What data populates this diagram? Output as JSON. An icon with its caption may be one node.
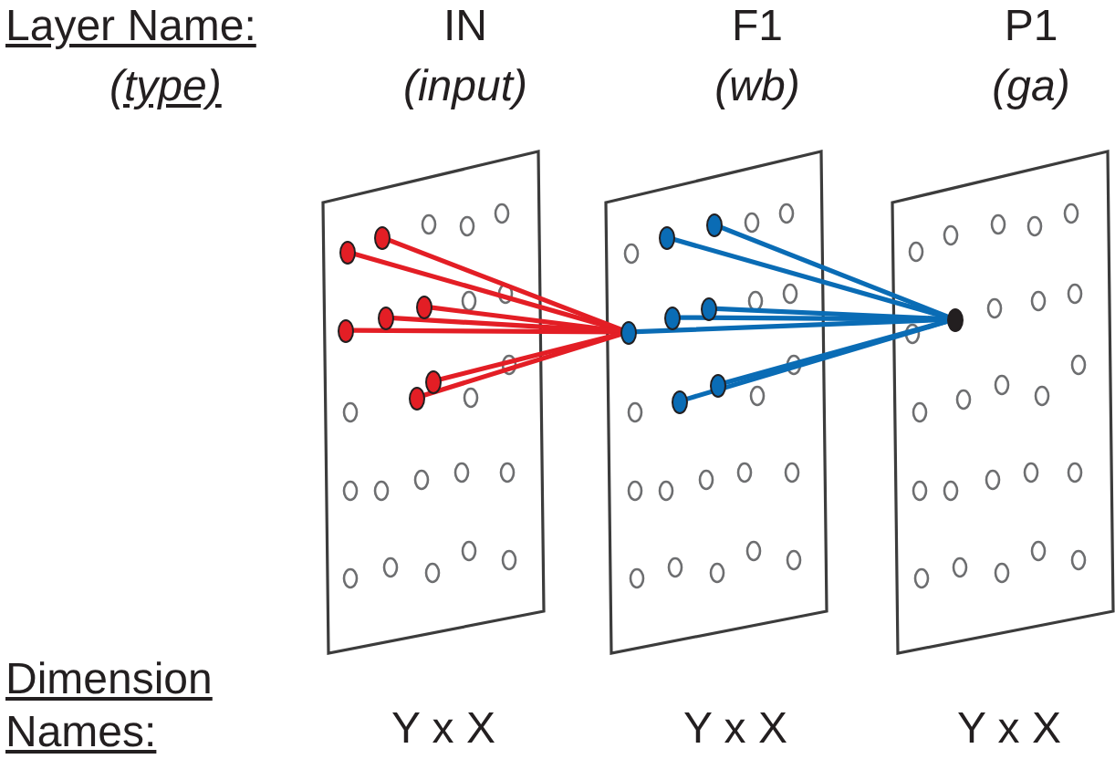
{
  "diagram": {
    "nodes": [
      {
        "text": [
          "IN",
          "(input)"
        ],
        "beside": [
          "Y x X"
        ]
      },
      {
        "text": [
          "F1",
          "(wb)"
        ],
        "beside": [
          "Y x X"
        ]
      },
      {
        "text": [
          "P1",
          "(ga)"
        ],
        "beside": [
          "Y x X"
        ]
      },
      {
        "text": [],
        "shape": "circle",
        "in": 0
      },
      {
        "text": [],
        "shape": "circle",
        "in": 0
      },
      {
        "text": [],
        "shape": "circle",
        "in": 0
      },
      {
        "text": [],
        "shape": "circle",
        "in": 0
      },
      {
        "text": [],
        "shape": "circle",
        "in": 0
      },
      {
        "text": [],
        "shape": "circle",
        "in": 0
      },
      {
        "text": [],
        "shape": "circle",
        "in": 0
      },
      {
        "text": [],
        "shape": "circle",
        "in": 1
      },
      {
        "text": [],
        "shape": "circle",
        "in": 1
      },
      {
        "text": [],
        "shape": "circle",
        "in": 1
      },
      {
        "text": [],
        "shape": "circle",
        "in": 1
      },
      {
        "text": [],
        "shape": "circle",
        "in": 1
      },
      {
        "text": [],
        "shape": "circle",
        "in": 1
      },
      {
        "text": [],
        "shape": "circle",
        "in": 1
      },
      {
        "text": [],
        "shape": "circle",
        "in": 2
      }
    ],
    "edges": [
      {
        "from": 3,
        "to": 10,
        "arrow": "none",
        "color": "#e31e25"
      },
      {
        "from": 4,
        "to": 10,
        "arrow": "none",
        "color": "#e31e25"
      },
      {
        "from": 5,
        "to": 10,
        "arrow": "none",
        "color": "#e31e25"
      },
      {
        "from": 6,
        "to": 10,
        "arrow": "none",
        "color": "#e31e25"
      },
      {
        "from": 7,
        "to": 10,
        "arrow": "none",
        "color": "#e31e25"
      },
      {
        "from": 8,
        "to": 10,
        "arrow": "none",
        "color": "#e31e25"
      },
      {
        "from": 9,
        "to": 10,
        "arrow": "none",
        "color": "#e31e25"
      },
      {
        "from": 10,
        "to": 17,
        "arrow": "none",
        "color": "#0a6cb5"
      },
      {
        "from": 11,
        "to": 17,
        "arrow": "none",
        "color": "#0a6cb5"
      },
      {
        "from": 12,
        "to": 17,
        "arrow": "none",
        "color": "#0a6cb5"
      },
      {
        "from": 13,
        "to": 17,
        "arrow": "none",
        "color": "#0a6cb5"
      },
      {
        "from": 14,
        "to": 17,
        "arrow": "none",
        "color": "#0a6cb5"
      },
      {
        "from": 15,
        "to": 17,
        "arrow": "none",
        "color": "#0a6cb5"
      },
      {
        "from": 16,
        "to": 17,
        "arrow": "none",
        "color": "#0a6cb5"
      }
    ],
    "labels": [
      "Layer Name:",
      "(type)",
      "Dimension Names:"
    ]
  }
}
